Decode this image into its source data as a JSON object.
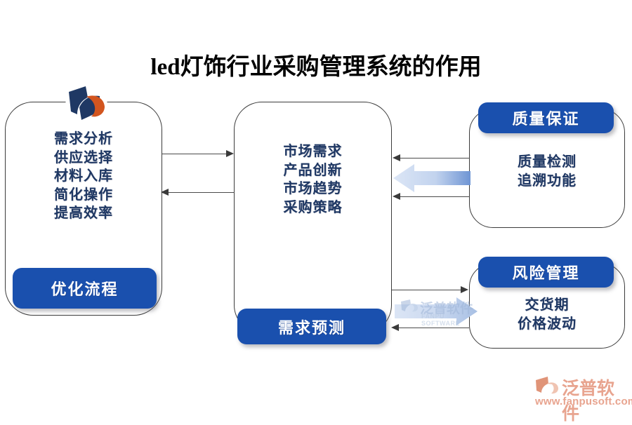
{
  "title": "led灯饰行业采购管理系统的作用",
  "diagram": {
    "type": "flow-diagram",
    "accent_blue": "#1a50ae",
    "text_navy": "#1f3864",
    "outline_gray": "#3b3b3b",
    "nodes": [
      {
        "id": "left",
        "role": "source-box",
        "label_position": "bottom",
        "label": "优化流程",
        "items": [
          "需求分析",
          "供应选择",
          "材料入库",
          "简化操作",
          "提高效率"
        ]
      },
      {
        "id": "center",
        "role": "hub-box",
        "label_position": "bottom",
        "label": "需求预测",
        "items": [
          "市场需求",
          "产品创新",
          "市场趋势",
          "采购策略"
        ]
      },
      {
        "id": "top-right",
        "role": "target-box",
        "label_position": "top",
        "label": "质量保证",
        "items": [
          "质量检测",
          "追溯功能"
        ]
      },
      {
        "id": "bottom-right",
        "role": "target-box",
        "label_position": "top",
        "label": "风险管理",
        "items": [
          "交货期",
          "价格波动"
        ]
      }
    ],
    "connectors": [
      {
        "from": "left",
        "to": "center",
        "direction": "right"
      },
      {
        "from": "center",
        "to": "left",
        "direction": "left"
      },
      {
        "from": "top-right",
        "to": "center",
        "direction": "left"
      },
      {
        "from": "top-right",
        "to": "center",
        "direction": "left"
      },
      {
        "from": "center",
        "to": "bottom-right",
        "direction": "right"
      },
      {
        "from": "bottom-right",
        "to": "center",
        "direction": "left"
      }
    ],
    "block_arrows": [
      {
        "id": "quality-flow",
        "direction": "left",
        "between": [
          "top-right",
          "center"
        ]
      },
      {
        "id": "risk-flow",
        "direction": "right",
        "between": [
          "center",
          "bottom-right"
        ]
      }
    ]
  },
  "logo": {
    "name": "brand-hexagon-logo",
    "navy": "#1f3864",
    "orange": "#d2551f"
  },
  "watermark": {
    "brand": "泛普软件",
    "url": "www.fanpusoft.com",
    "inline_brand": "泛普软件",
    "inline_sub": "FANPU SOFTWARE",
    "color": "#e8a48f"
  }
}
